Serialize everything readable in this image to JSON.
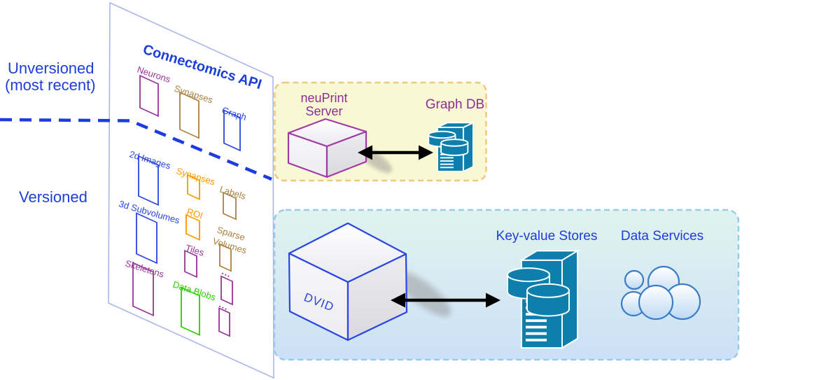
{
  "sections": {
    "unversioned": "Unversioned",
    "unversioned_sub": "(most recent)",
    "versioned": "Versioned"
  },
  "panel": {
    "title": "Connectomics API",
    "unversioned_items": {
      "neurons": "Neurons",
      "synapses": "Synapses",
      "graph": "Graph"
    },
    "versioned_items": {
      "images2d": "2d Images",
      "synapses": "Synapses",
      "labels": "Labels",
      "subvolumes3d": "3d Subvolumes",
      "roi": "ROI",
      "sparse_line1": "Sparse",
      "sparse_line2": "Volumes",
      "tiles": "Tiles",
      "skeletons": "Skeletons",
      "datablobs": "Data Blobs",
      "ellipsis": "..."
    }
  },
  "neuprint": {
    "server_line1": "neuPrint",
    "server_line2": "Server",
    "db_label": "Graph DB"
  },
  "dvid": {
    "cube_label": "DVID",
    "kv_label": "Key-value Stores",
    "services_label": "Data Services"
  },
  "colors": {
    "blue_text": "#1c3ed9",
    "blue_rect": "#2a46e2",
    "purple": "#993399",
    "purple_text": "#8e2d94",
    "tan": "#ad8040",
    "orange": "#ff9900",
    "green": "#2ecc00",
    "teal": "#0e7fad",
    "dash_blue": "#1c3ce0",
    "panel_edge": "#a9b6ea",
    "yellow_fill": "#faf8d4",
    "yellow_border": "#f0c87f",
    "bluebox_border": "#97cde9",
    "cube_purple": "#a13aa5",
    "cube_blue": "#2a46e2",
    "cloud_stroke": "#3b7cc4",
    "arrow_black": "#000000"
  }
}
